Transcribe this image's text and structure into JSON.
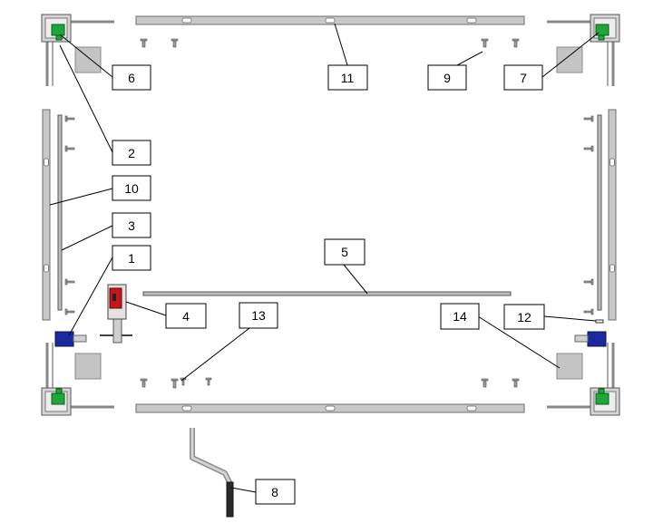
{
  "callouts": [
    {
      "id": "c1",
      "label": "1"
    },
    {
      "id": "c2",
      "label": "2"
    },
    {
      "id": "c3",
      "label": "3"
    },
    {
      "id": "c4",
      "label": "4"
    },
    {
      "id": "c5",
      "label": "5"
    },
    {
      "id": "c6",
      "label": "6"
    },
    {
      "id": "c7",
      "label": "7"
    },
    {
      "id": "c8",
      "label": "8"
    },
    {
      "id": "c9",
      "label": "9"
    },
    {
      "id": "c10",
      "label": "10"
    },
    {
      "id": "c11",
      "label": "11"
    },
    {
      "id": "c12",
      "label": "12"
    },
    {
      "id": "c13",
      "label": "13"
    },
    {
      "id": "c14",
      "label": "14"
    }
  ],
  "colors": {
    "corner_bracket_green": "#1fa83a",
    "sensor_blue": "#1a2a9c",
    "motor_red": "#c8151b",
    "part_grey": "#c8c8c8"
  }
}
